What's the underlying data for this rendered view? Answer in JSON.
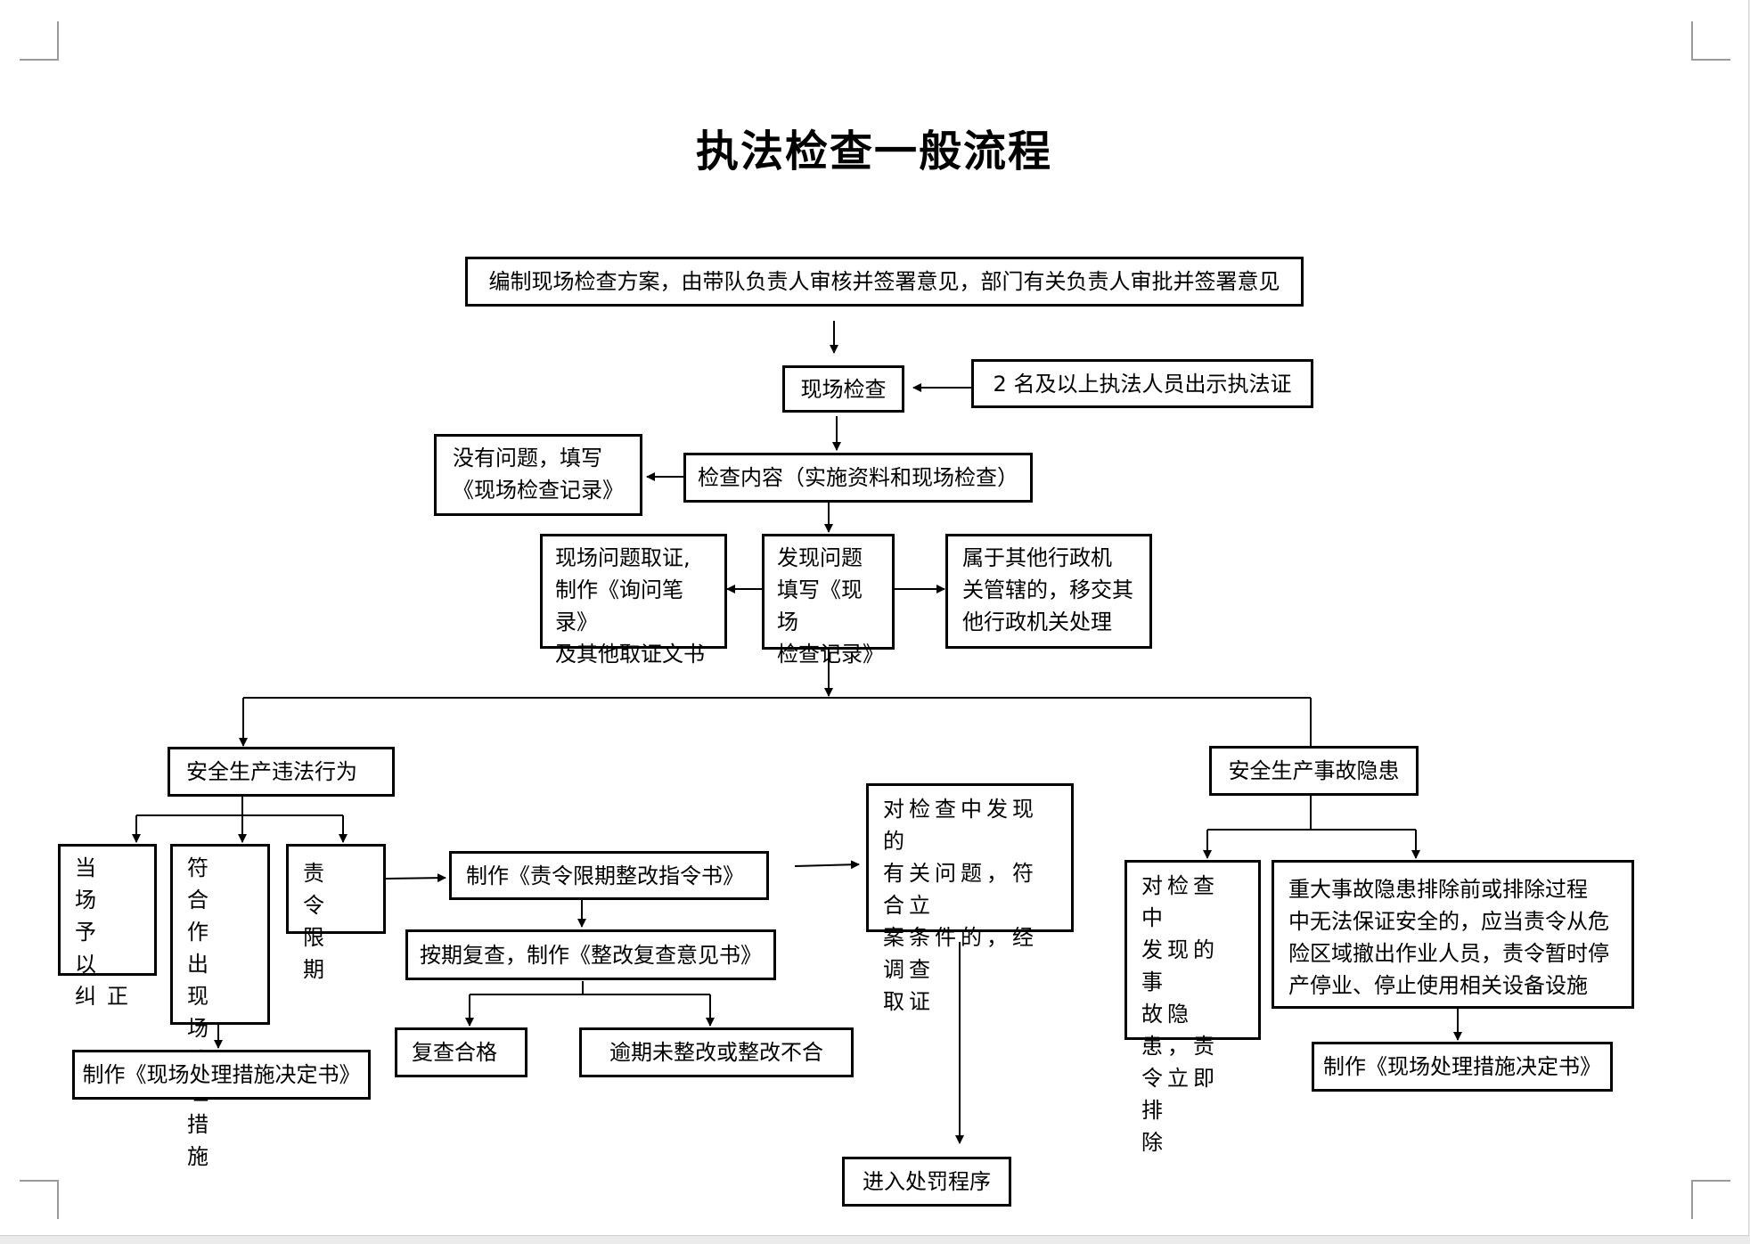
{
  "title": "执法检查一般流程",
  "nodes": {
    "plan": "编制现场检查方案，由带队负责人审核并签署意见，部门有关负责人审批并签署意见",
    "inspect": "现场检查",
    "credentials": "2 名及以上执法人员出示执法证",
    "content": "检查内容（实施资料和现场检查）",
    "no_problem": "没有问题，填写\n《现场检查记录》",
    "found_problem": "发现问题\n填写《现场\n检查记录》",
    "evidence": "现场问题取证,\n制作《询问笔录》\n及其他取证文书",
    "transfer": "属于其他行政机\n关管辖的，移交其\n他行政机关处理",
    "violation": "安全生产违法行为",
    "hazard": "安全生产事故隐患",
    "correct_on_site": "当 场\n予 以\n纠正",
    "on_site_measures": "符 合\n作 出\n现 场\n处 理\n措 施",
    "order_deadline": "责 令\n限 期",
    "rectification_order": "制作《责令限期整改指令书》",
    "recheck": "按期复查，制作《整改复查意见书》",
    "recheck_pass": "复查合格",
    "overdue": "逾期未整改或整改不合",
    "decision_left": "制作《现场处理措施决定书》",
    "case_filing": "对检查中发现的\n有关问题，符合立\n案条件的，经调查\n取证",
    "penalty": "进入处罚程序",
    "eliminate": "对检查中\n发现的事\n故隐患，责\n令立即排\n除",
    "major_hazard": "重大事故隐患排除前或排除过程\n中无法保证安全的，应当责令从危\n险区域撤出作业人员，责令暂时停\n产停业、停止使用相关设备设施",
    "decision_right": "制作《现场处理措施决定书》"
  }
}
